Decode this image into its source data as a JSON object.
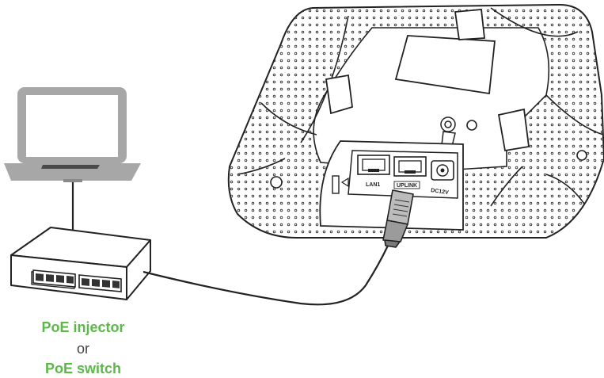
{
  "labels": {
    "lan1": "LAN1",
    "uplink": "UPLINK",
    "dc12v": "DC12V"
  },
  "caption": {
    "line1": "PoE injector",
    "line2": "or",
    "line3": "PoE switch"
  },
  "colors": {
    "accent": "#5cb848",
    "laptop_frame": "#a7a7a7",
    "screen": "#ffffff",
    "keyboard": "#4a4a4a",
    "cable": "#222222",
    "connector": "#9b9b9b"
  },
  "icons": {
    "laptop": "laptop-icon",
    "switch": "poe-switch-icon",
    "access_point": "access-point-icon",
    "rj45": "rj45-connector-icon"
  }
}
